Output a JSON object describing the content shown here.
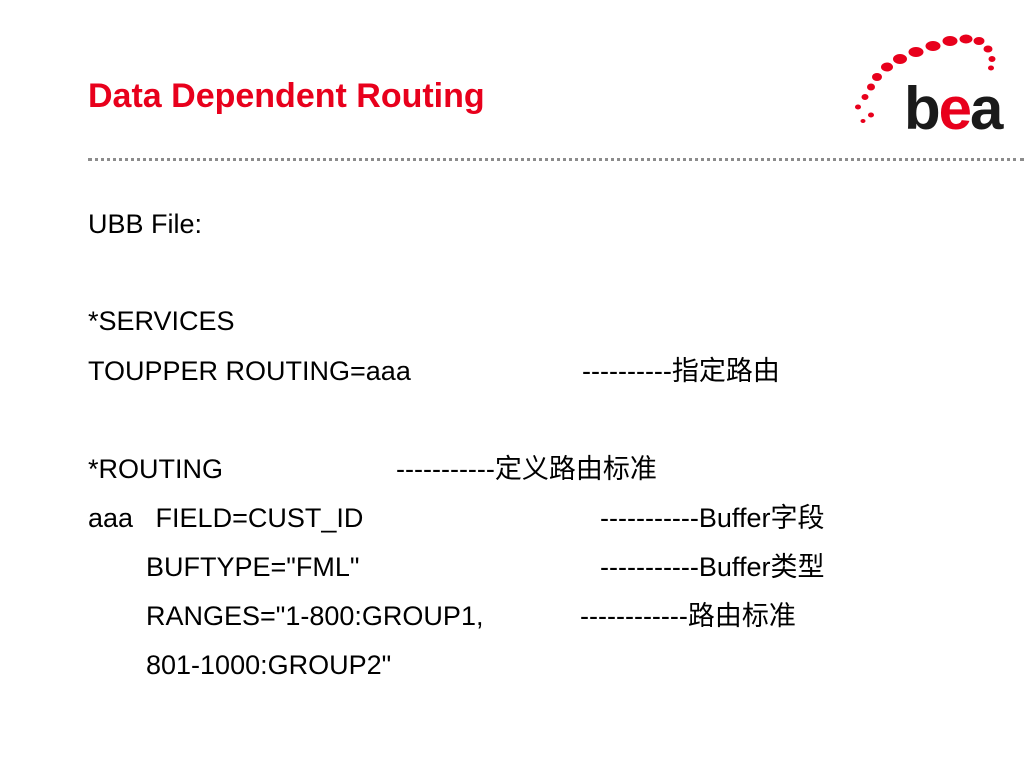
{
  "slide": {
    "title": "Data Dependent Routing",
    "logo_text": "bea",
    "accent_color": "#e8001c",
    "logo_dark_color": "#1a1a1a",
    "divider_color": "#8c8c8c"
  },
  "body": {
    "ubb_file": "UBB File:",
    "services_header": "*SERVICES",
    "toupper_line": "TOUPPER ROUTING=aaa",
    "toupper_annotation": "----------指定路由",
    "routing_header": "*ROUTING",
    "routing_annotation": "-----------定义路由标准",
    "field_line": "aaa   FIELD=CUST_ID",
    "field_annotation": "-----------Buffer字段",
    "buftype_line": "BUFTYPE=\"FML\"",
    "buftype_annotation": "-----------Buffer类型",
    "ranges_line": "RANGES=\"1-800:GROUP1,",
    "ranges_annotation": "------------路由标准",
    "ranges_continued": "801-1000:GROUP2\""
  }
}
